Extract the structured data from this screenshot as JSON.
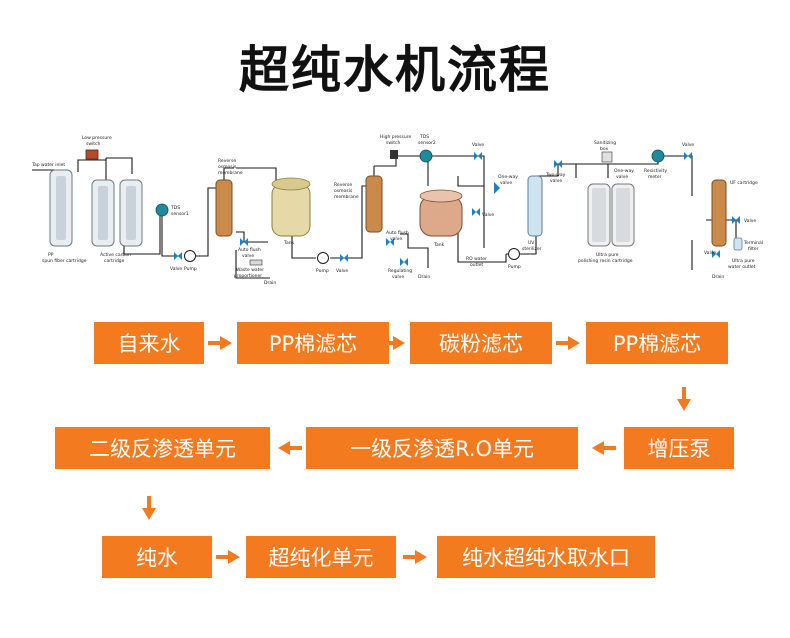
{
  "title": "超纯水机流程",
  "colors": {
    "accent": "#f47a1f",
    "pipe": "#1a1a1a",
    "valve": "#1d7fc4",
    "tank": "#e6d9a8",
    "membrane": "#c98a4b"
  },
  "schematic": {
    "labels": {
      "tap_water_inlet": "Tap water inlet",
      "pp_filter": "PP",
      "pp_filter_2": "spun fiber cartridge",
      "low_pressure_switch": "Low pressure",
      "low_pressure_switch_2": "switch",
      "active_carbon": "Active carbon",
      "active_carbon_2": "cartridge",
      "tds_sensor1": "TDS",
      "tds_sensor1_2": "sensor1",
      "valve_a": "Valve",
      "pump_a": "Pump",
      "ro_membrane_a": "Reverse",
      "ro_membrane_a_2": "osmosis",
      "ro_membrane_a_3": "membrane",
      "auto_flush_a": "Auto flush",
      "auto_flush_a_2": "valve",
      "waste_water_a": "Waste water",
      "waste_water_a_2": "proportioner",
      "drain_a": "Drain",
      "tank_a": "Tank",
      "pump_b": "Pump",
      "valve_b": "Valve",
      "ro_membrane_b": "Reverse",
      "ro_membrane_b_2": "osmosis",
      "ro_membrane_b_3": "membrane",
      "high_pressure": "High pressure",
      "high_pressure_2": "switch",
      "tds_sensor2": "TDS",
      "tds_sensor2_2": "sensor2",
      "valve_c": "Valve",
      "one_way_valve": "One-way",
      "one_way_valve_2": "valve",
      "valve_d": "Valve",
      "tank_b": "Tank",
      "auto_flush_b": "Auto flush",
      "auto_flush_b_2": "valve",
      "regulating_valve": "Regulating",
      "regulating_valve_2": "valve",
      "drain_b": "Drain",
      "ro_outlet": "RO water",
      "ro_outlet_2": "outlet",
      "pump_c": "Pump",
      "uv": "UV",
      "uv_2": "sterilizer",
      "three_way_valve": "Two-way",
      "three_way_valve_2": "valve",
      "sanitizing_box": "Sanitizing",
      "sanitizing_box_2": "box",
      "one_way_valve_b": "One-way",
      "one_way_valve_b_2": "valve",
      "resistivity_meter": "Resistivity",
      "resistivity_meter_2": "meter",
      "ultra_pure_cartridge": "Ultra pure",
      "ultra_pure_cartridge_2": "polishing resin cartridge",
      "valve_e": "Valve",
      "uf_cartridge": "UF cartridge",
      "valve_f": "Valve",
      "terminal_filter": "Terminal",
      "terminal_filter_2": "filter",
      "valve_g": "Valve",
      "ultra_pure_outlet": "Ultra pure",
      "ultra_pure_outlet_2": "water outlet",
      "drain_c": "Drain"
    }
  },
  "steps": {
    "s1": "自来水",
    "s2": "PP棉滤芯",
    "s3": "碳粉滤芯",
    "s4": "PP棉滤芯",
    "s5": "增压泵",
    "s6": "一级反渗透R.O单元",
    "s7": "二级反渗透单元",
    "s8": "纯水",
    "s9": "超纯化单元",
    "s10": "纯水超纯水取水口"
  }
}
